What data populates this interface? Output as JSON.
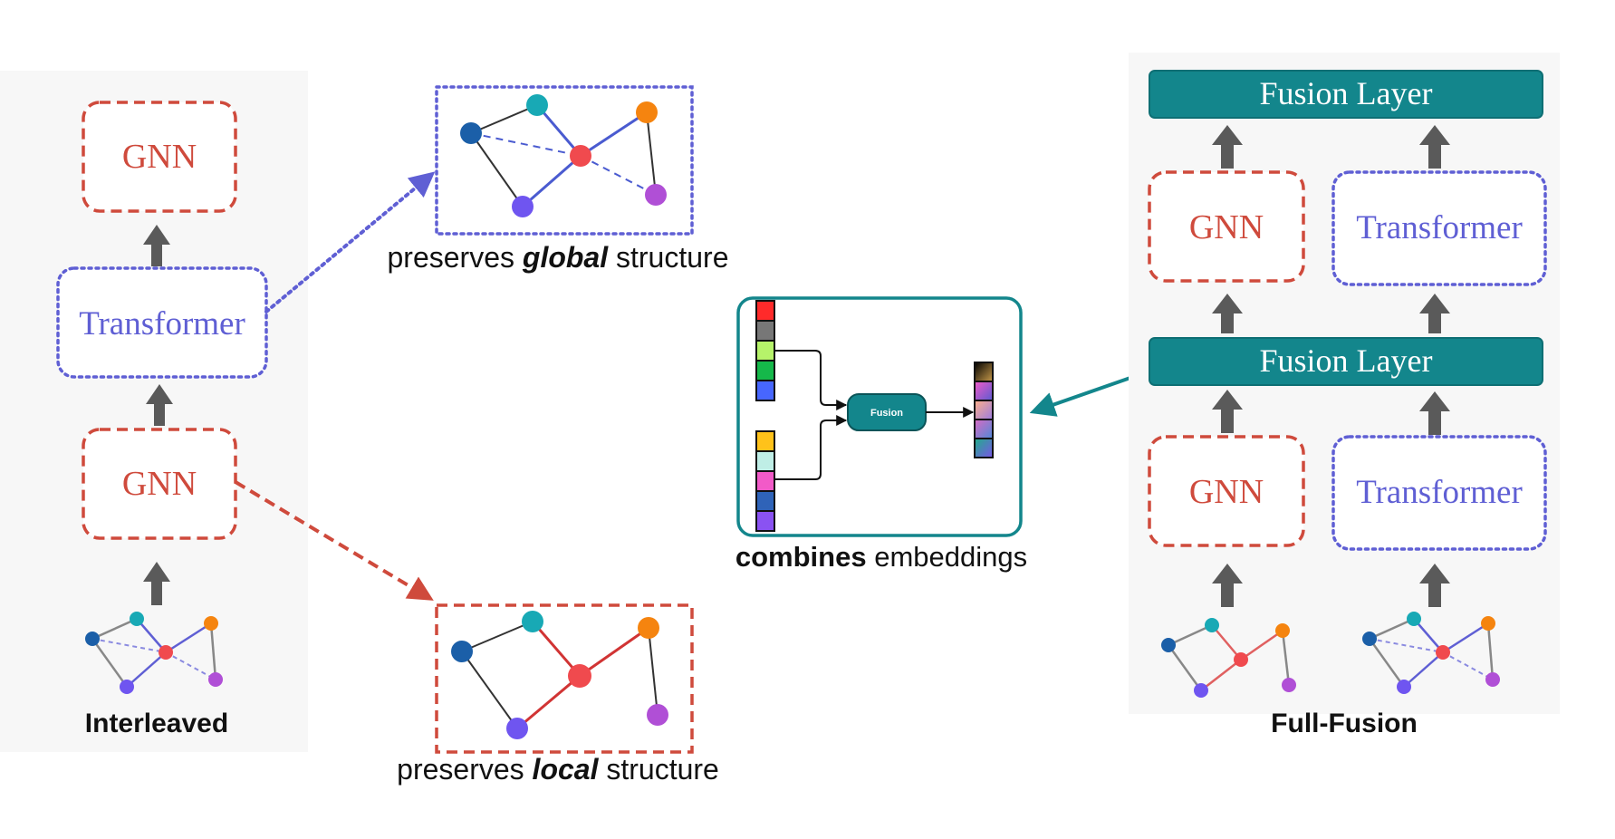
{
  "interleaved": {
    "gnn_top": "GNN",
    "transformer": "Transformer",
    "gnn_bottom": "GNN",
    "caption": "Interleaved"
  },
  "global_caption": {
    "pre": "preserves ",
    "em": "global",
    "post": " structure"
  },
  "local_caption": {
    "pre": "preserves ",
    "em": "local",
    "post": " structure"
  },
  "fusion_detail": {
    "node_label": "Fusion",
    "caption_bold": "combines",
    "caption_rest": " embeddings"
  },
  "full_fusion": {
    "fusion_top": "Fusion Layer",
    "gnn_upper": "GNN",
    "transformer_upper": "Transformer",
    "fusion_mid": "Fusion Layer",
    "gnn_lower": "GNN",
    "transformer_lower": "Transformer",
    "caption": "Full-Fusion"
  },
  "colors": {
    "gnn_red": "#cf4a3c",
    "transformer_blue": "#5f5fd4",
    "teal": "#13868c",
    "arrow_gray": "#5a5a5a",
    "panel_bg": "#f7f7f7",
    "node_blue": "#1b5fa8",
    "node_cyan": "#18a9b5",
    "node_red": "#f04a4e",
    "node_orange": "#f5840f",
    "node_purple": "#b04fd6",
    "node_violet": "#6f55f0"
  },
  "embeddings": {
    "input_a": [
      "#ff2a2a",
      "#777777",
      "#b6f36a",
      "#15b84a",
      "#4766ff"
    ],
    "input_b": [
      "#ffc21a",
      "#bfeee6",
      "#f25ac8",
      "#2f63b8",
      "#8a52f2"
    ]
  }
}
